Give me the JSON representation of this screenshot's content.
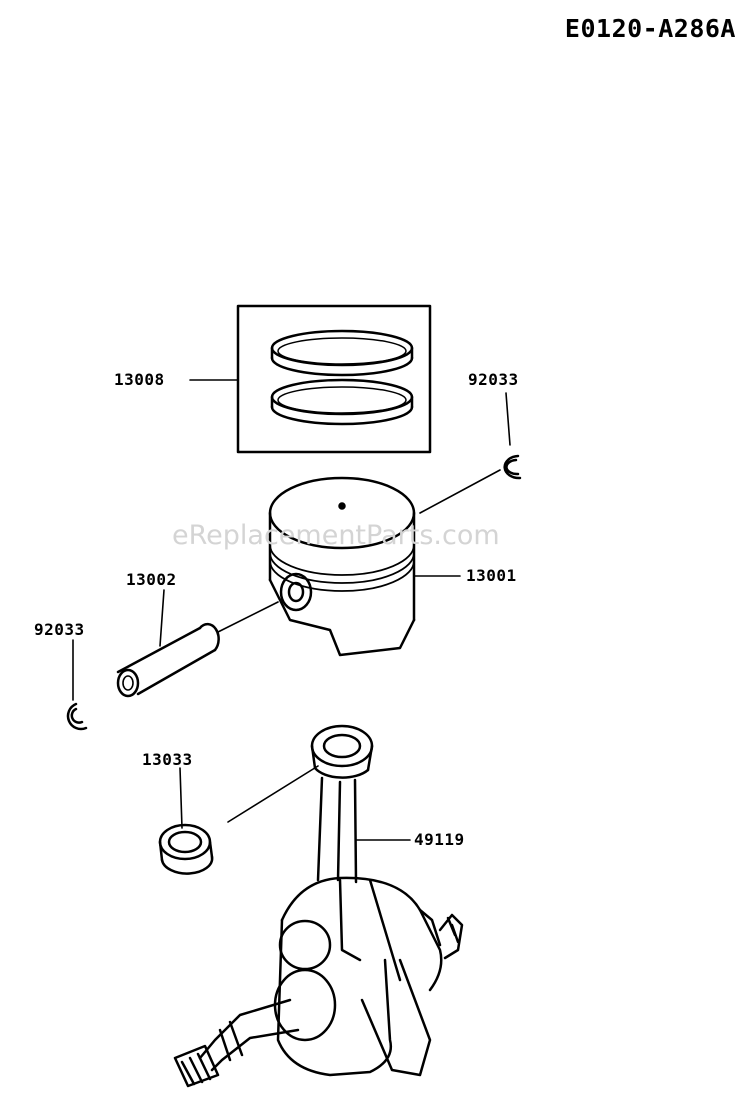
{
  "reference_code": "E0120-A286A",
  "watermark": "eReplacementParts.com",
  "parts": {
    "piston_ring_set": "13008",
    "circlip_right": "92033",
    "piston": "13001",
    "piston_pin": "13002",
    "circlip_left": "92033",
    "needle_bearing": "13033",
    "crankshaft_assembly": "49119"
  },
  "colors": {
    "line": "#000000",
    "watermark": "#d4d4d4",
    "background": "#ffffff"
  }
}
